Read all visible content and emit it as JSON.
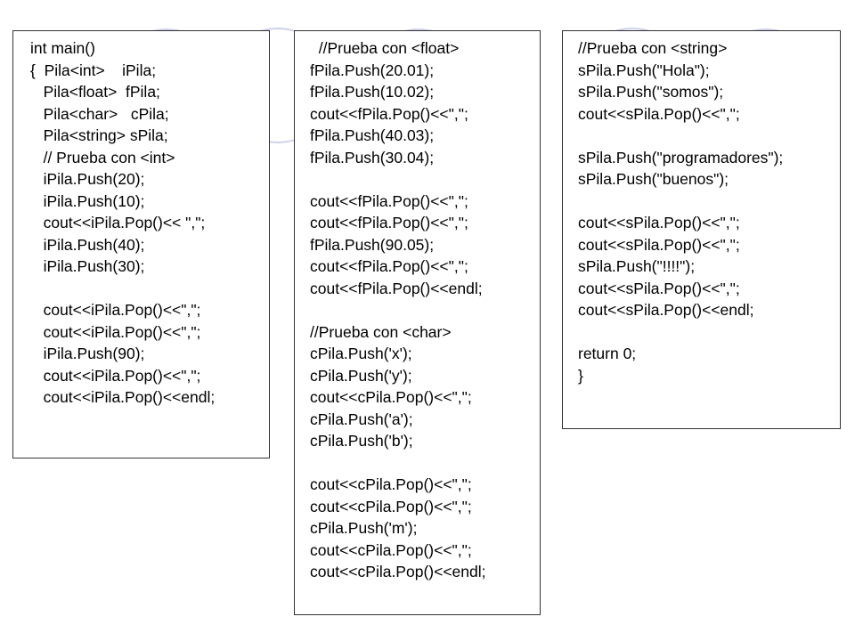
{
  "slide": {
    "circle_color": "#cfd1ec",
    "columns": [
      {
        "name": "main-declarations-and-int-test",
        "lines": [
          "int main()",
          "{  Pila<int>    iPila;",
          "   Pila<float>  fPila;",
          "   Pila<char>   cPila;",
          "   Pila<string> sPila;",
          "   // Prueba con <int>",
          "   iPila.Push(20);",
          "   iPila.Push(10);",
          "   cout<<iPila.Pop()<< \",\";",
          "   iPila.Push(40);",
          "   iPila.Push(30);",
          "",
          "   cout<<iPila.Pop()<<\",\";",
          "   cout<<iPila.Pop()<<\",\";",
          "   iPila.Push(90);",
          "   cout<<iPila.Pop()<<\",\";",
          "   cout<<iPila.Pop()<<endl;"
        ]
      },
      {
        "name": "float-and-char-tests",
        "lines": [
          "  //Prueba con <float>",
          "fPila.Push(20.01);",
          "fPila.Push(10.02);",
          "cout<<fPila.Pop()<<\",\";",
          "fPila.Push(40.03);",
          "fPila.Push(30.04);",
          "",
          "cout<<fPila.Pop()<<\",\";",
          "cout<<fPila.Pop()<<\",\";",
          "fPila.Push(90.05);",
          "cout<<fPila.Pop()<<\",\";",
          "cout<<fPila.Pop()<<endl;",
          "",
          "//Prueba con <char>",
          "cPila.Push('x');",
          "cPila.Push('y');",
          "cout<<cPila.Pop()<<\",\";",
          "cPila.Push('a');",
          "cPila.Push('b');",
          "",
          "cout<<cPila.Pop()<<\",\";",
          "cout<<cPila.Pop()<<\",\";",
          "cPila.Push('m');",
          "cout<<cPila.Pop()<<\",\";",
          "cout<<cPila.Pop()<<endl;"
        ]
      },
      {
        "name": "string-test-and-return",
        "lines": [
          "//Prueba con <string>",
          "sPila.Push(\"Hola\");",
          "sPila.Push(\"somos\");",
          "cout<<sPila.Pop()<<\",\";",
          "",
          "sPila.Push(\"programadores\");",
          "sPila.Push(\"buenos\");",
          "",
          "cout<<sPila.Pop()<<\",\";",
          "cout<<sPila.Pop()<<\",\";",
          "sPila.Push(\"!!!!\");",
          "cout<<sPila.Pop()<<\",\";",
          "cout<<sPila.Pop()<<endl;",
          "",
          "return 0;",
          "}"
        ]
      }
    ]
  }
}
